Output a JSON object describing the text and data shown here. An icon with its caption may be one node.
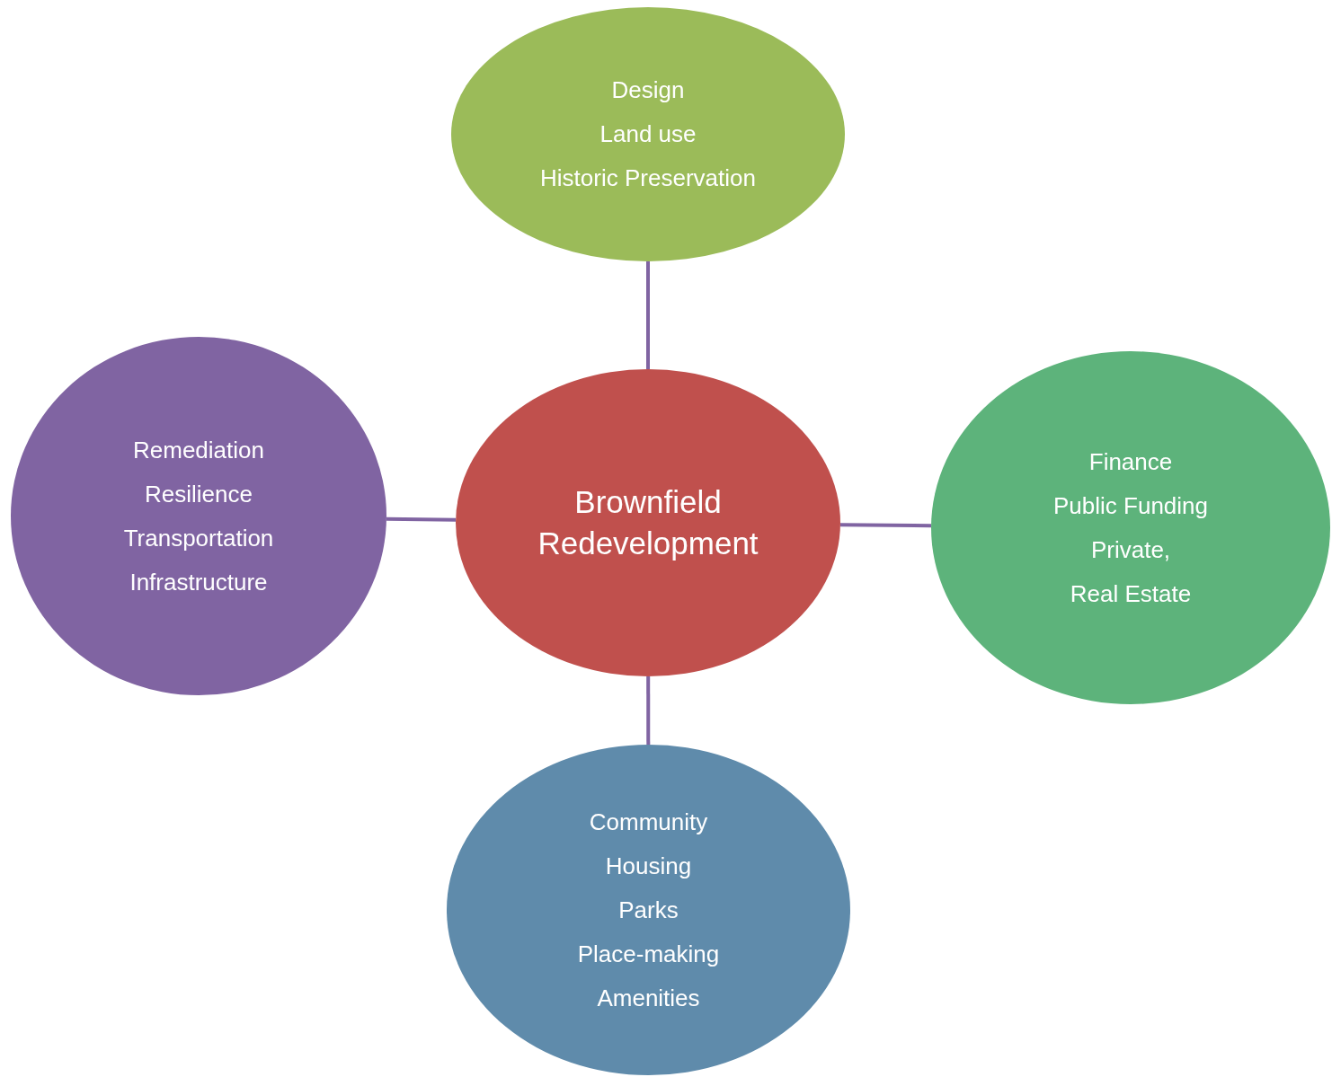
{
  "diagram": {
    "nodes": [
      {
        "text": [
          "Design",
          "Land use",
          "Historic Preservation"
        ]
      },
      {
        "text": [
          "Remediation",
          "Resilience",
          "Transportation",
          "Infrastructure"
        ]
      },
      {
        "text": [
          "Brownfield Redevelopment"
        ]
      },
      {
        "text": [
          "Finance",
          "Public Funding",
          "Private,",
          "Real Estate"
        ]
      },
      {
        "text": [
          "Community",
          "Housing",
          "Parks",
          "Place-making",
          "Amenities"
        ]
      }
    ],
    "edges": [
      {
        "from": 2,
        "to": 0,
        "arrow": "none"
      },
      {
        "from": 2,
        "to": 1,
        "arrow": "none"
      },
      {
        "from": 2,
        "to": 3,
        "arrow": "none"
      },
      {
        "from": 2,
        "to": 4,
        "arrow": "none"
      }
    ]
  }
}
